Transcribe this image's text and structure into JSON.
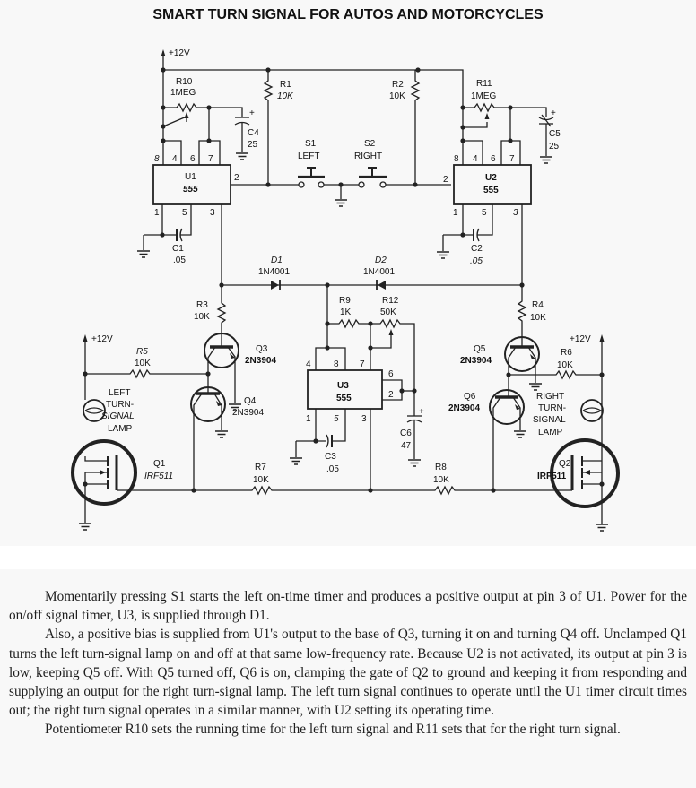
{
  "title": "SMART TURN SIGNAL FOR AUTOS AND MOTORCYCLES",
  "schematic": {
    "supply": "+12V",
    "resistors": {
      "r1": {
        "ref": "R1",
        "value": "10K"
      },
      "r2": {
        "ref": "R2",
        "value": "10K"
      },
      "r3": {
        "ref": "R3",
        "value": "10K"
      },
      "r4": {
        "ref": "R4",
        "value": "10K"
      },
      "r5": {
        "ref": "R5",
        "value": "10K"
      },
      "r6": {
        "ref": "R6",
        "value": "10K"
      },
      "r7": {
        "ref": "R7",
        "value": "10K"
      },
      "r8": {
        "ref": "R8",
        "value": "10K"
      },
      "r9": {
        "ref": "R9",
        "value": "1K"
      },
      "r10": {
        "ref": "R10",
        "value": "1MEG"
      },
      "r11": {
        "ref": "R11",
        "value": "1MEG"
      },
      "r12": {
        "ref": "R12",
        "value": "50K"
      }
    },
    "capacitors": {
      "c1": {
        "ref": "C1",
        "value": ".05"
      },
      "c2": {
        "ref": "C2",
        "value": ".05"
      },
      "c3": {
        "ref": "C3",
        "value": ".05"
      },
      "c4": {
        "ref": "C4",
        "value": "25"
      },
      "c5": {
        "ref": "C5",
        "value": "25"
      },
      "c6": {
        "ref": "C6",
        "value": "47"
      }
    },
    "ics": {
      "u1": {
        "ref": "U1",
        "part": "555",
        "pins": [
          "8",
          "4",
          "6",
          "7",
          "2",
          "1",
          "5",
          "3"
        ]
      },
      "u2": {
        "ref": "U2",
        "part": "555",
        "pins": [
          "8",
          "4",
          "6",
          "7",
          "2",
          "1",
          "5",
          "3"
        ]
      },
      "u3": {
        "ref": "U3",
        "part": "555",
        "pins": [
          "4",
          "8",
          "7",
          "6",
          "2",
          "1",
          "5",
          "3"
        ]
      }
    },
    "diodes": {
      "d1": {
        "ref": "D1",
        "part": "1N4001"
      },
      "d2": {
        "ref": "D2",
        "part": "1N4001"
      }
    },
    "transistors": {
      "q1": {
        "ref": "Q1",
        "part": "IRF511"
      },
      "q2": {
        "ref": "Q2",
        "part": "IRF511"
      },
      "q3": {
        "ref": "Q3",
        "part": "2N3904"
      },
      "q4": {
        "ref": "Q4",
        "part": "2N3904"
      },
      "q5": {
        "ref": "Q5",
        "part": "2N3904"
      },
      "q6": {
        "ref": "Q6",
        "part": "2N3904"
      }
    },
    "switches": {
      "s1": {
        "ref": "S1",
        "label": "LEFT"
      },
      "s2": {
        "ref": "S2",
        "label": "RIGHT"
      }
    },
    "lamps": {
      "left": [
        "LEFT",
        "TURN-",
        "SIGNAL",
        "LAMP"
      ],
      "right": [
        "RIGHT",
        "TURN-",
        "SIGNAL",
        "LAMP"
      ]
    },
    "plus_sign": "+"
  },
  "description": {
    "paragraphs": [
      "Momentarily pressing S1 starts the left on-time timer and produces a positive output at pin 3 of U1. Power for the on/off signal timer, U3, is supplied through D1.",
      "Also, a positive bias is supplied from U1's output to the base of Q3, turning it on and turning Q4 off. Unclamped Q1 turns the left turn-signal lamp on and off at that same low-frequency rate. Because U2 is not activated, its output at pin 3 is low, keeping Q5 off. With Q5 turned off, Q6 is on, clamping the gate of Q2 to ground and keeping it from responding and supplying an output for the right turn-signal lamp. The left turn signal continues to operate until the U1 timer circuit times out; the right turn signal operates in a similar manner, with U2 setting its operating time.",
      "Potentiometer R10 sets the running time for the left turn signal and R11 sets that for the right turn signal."
    ]
  }
}
